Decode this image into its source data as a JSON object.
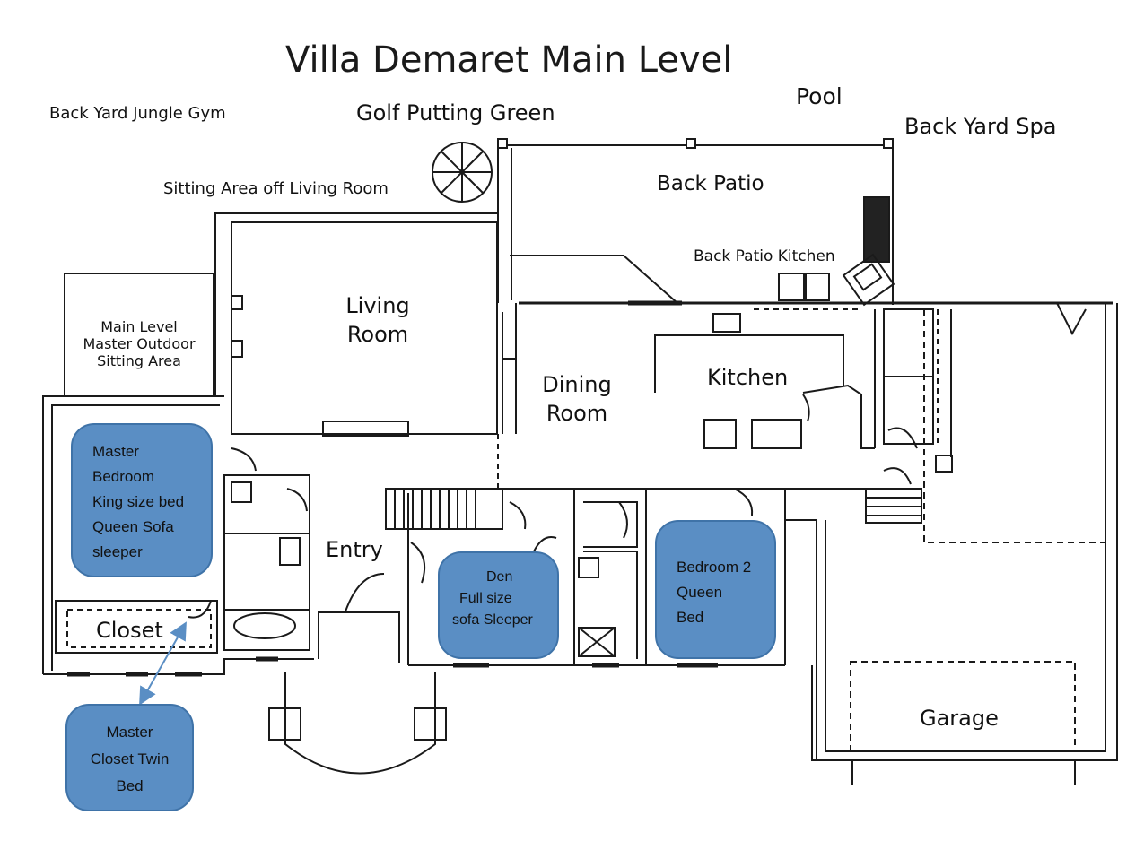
{
  "title": "Villa Demaret Main Level",
  "outdoor": {
    "jungle_gym": "Back Yard Jungle Gym",
    "putting_green": "Golf Putting Green",
    "pool": "Pool",
    "spa": "Back Yard Spa",
    "sitting_area": "Sitting Area off Living Room",
    "back_patio": "Back Patio",
    "patio_kitchen": "Back Patio Kitchen",
    "master_outdoor": [
      "Main Level",
      "Master Outdoor",
      "Sitting Area"
    ]
  },
  "rooms": {
    "living": [
      "Living",
      "Room"
    ],
    "dining": [
      "Dining",
      "Room"
    ],
    "kitchen": "Kitchen",
    "entry": "Entry",
    "closet": "Closet",
    "garage": "Garage"
  },
  "sleeping": {
    "master_bedroom": [
      "Master",
      "Bedroom",
      "King size bed",
      "Queen Sofa",
      "sleeper"
    ],
    "master_closet": [
      "Master",
      "Closet Twin",
      "Bed"
    ],
    "den": [
      "Den",
      "Full size",
      "sofa Sleeper"
    ],
    "bedroom2": [
      "Bedroom 2",
      "Queen",
      "Bed"
    ]
  },
  "colors": {
    "bubble_fill": "#5a8ec4",
    "bubble_border": "#3f73a8",
    "arrow": "#5a8ec4",
    "wall": "#1a1a1a"
  }
}
